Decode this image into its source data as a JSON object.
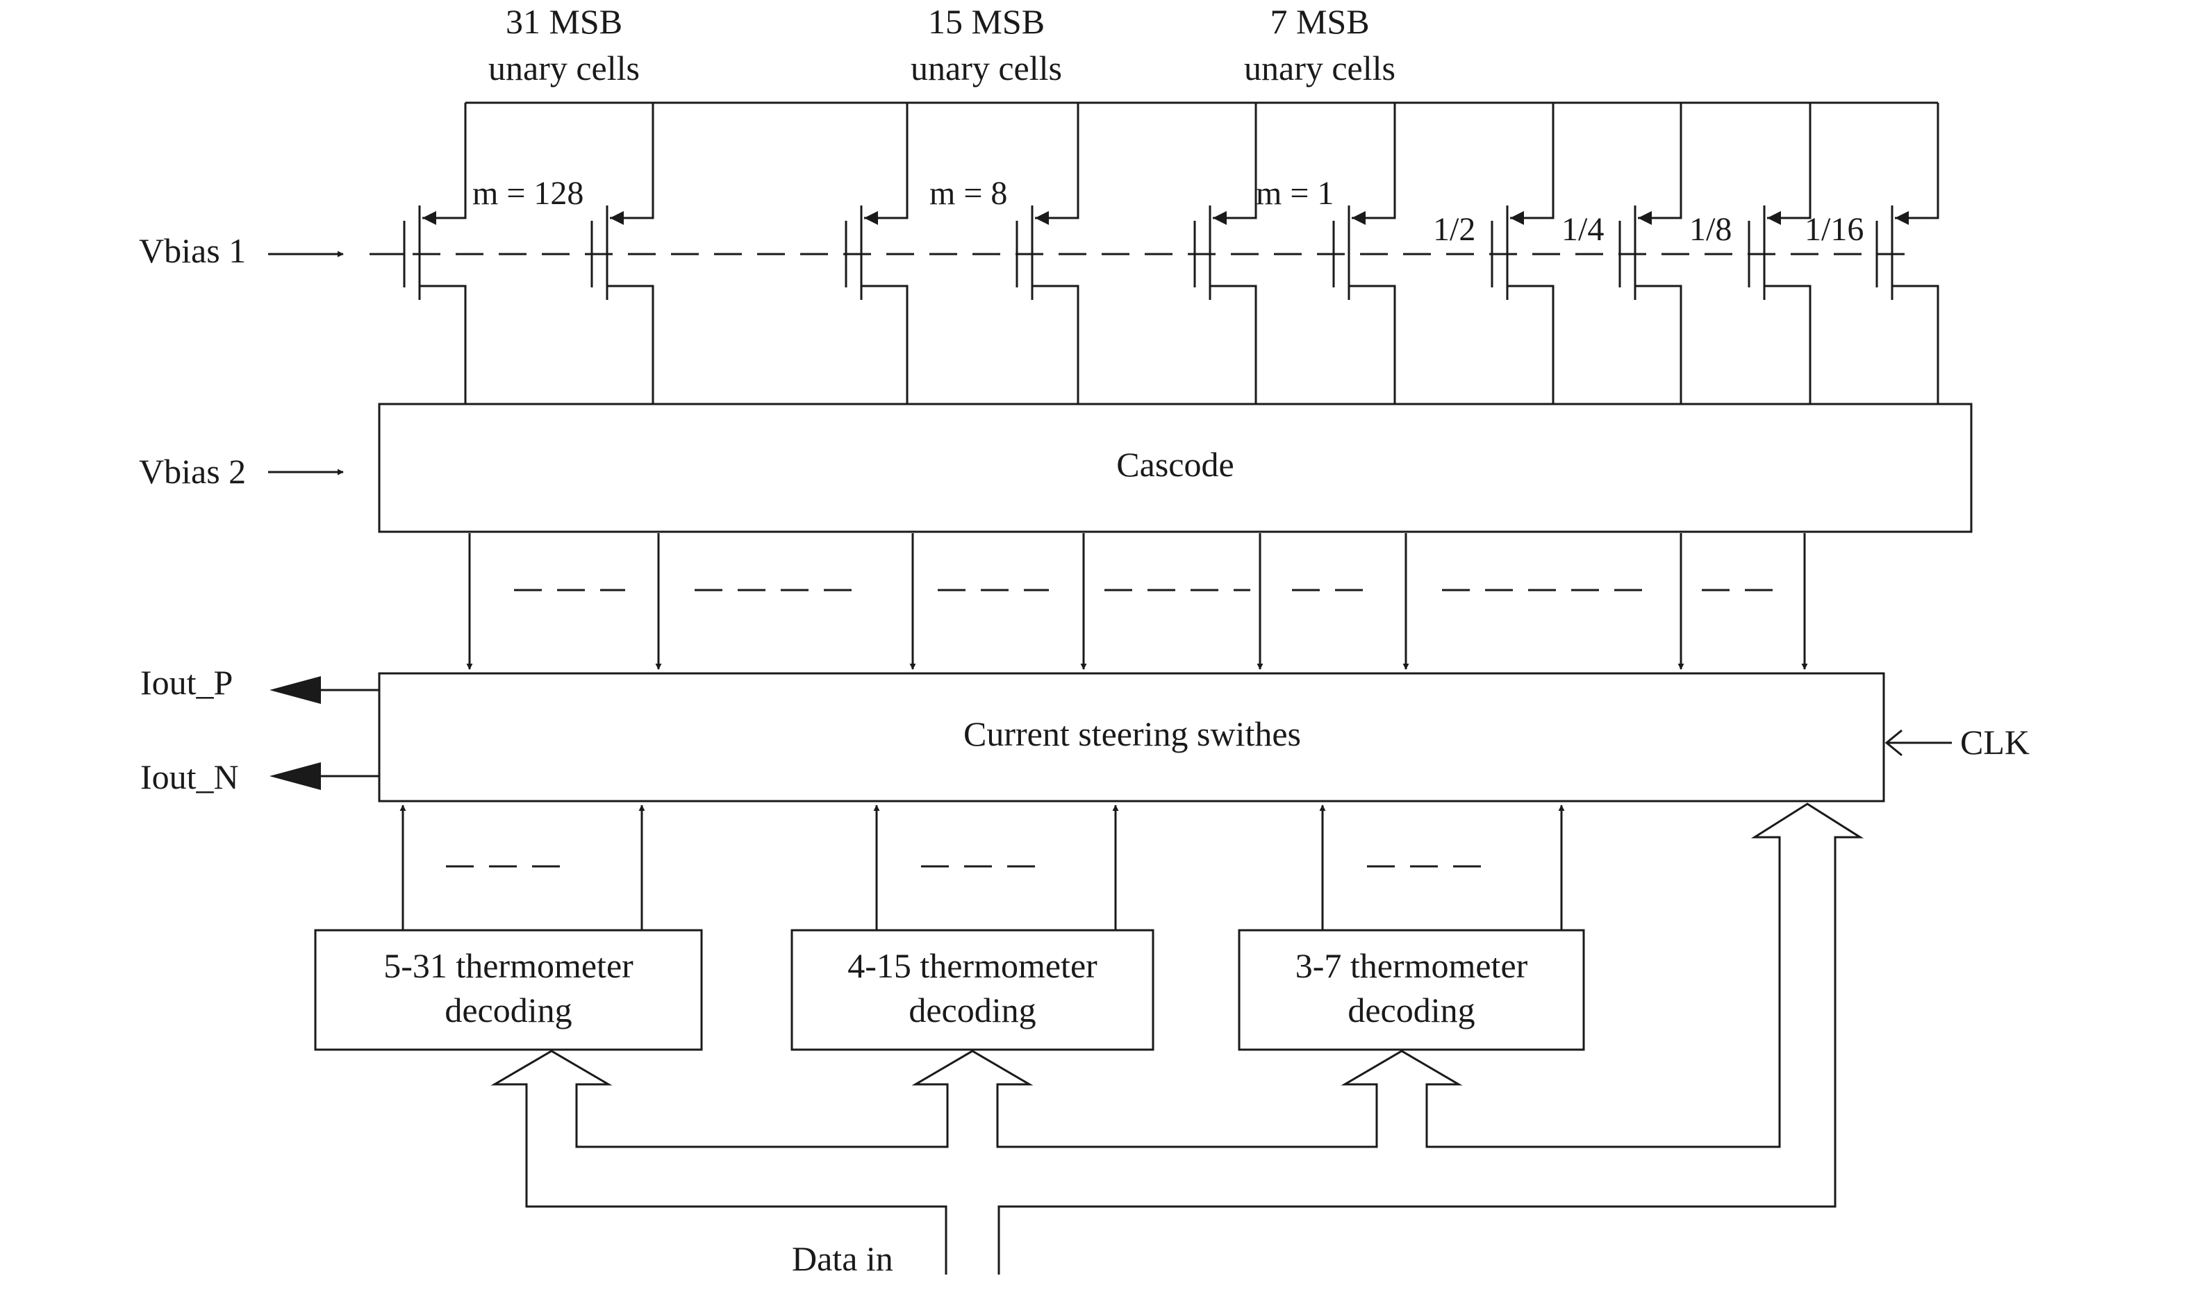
{
  "labels": {
    "group_31": [
      "31 MSB",
      "unary cells"
    ],
    "group_15": [
      "15 MSB",
      "unary cells"
    ],
    "group_7": [
      "7 MSB",
      "unary cells"
    ],
    "m128": "m = 128",
    "m8": "m = 8",
    "m1": "m = 1",
    "frac_half": "1/2",
    "frac_quarter": "1/4",
    "frac_eighth": "1/8",
    "frac_sixteenth": "1/16",
    "vbias1": "Vbias 1",
    "vbias2": "Vbias 2",
    "cascode": "Cascode",
    "iout_p": "Iout_P",
    "iout_n": "Iout_N",
    "switches": "Current steering swithes",
    "clk": "CLK",
    "dec_5_31": [
      "5-31 thermometer",
      "decoding"
    ],
    "dec_4_15": [
      "4-15 thermometer",
      "decoding"
    ],
    "dec_3_7": [
      "3-7 thermometer",
      "decoding"
    ],
    "data_in": "Data in"
  }
}
